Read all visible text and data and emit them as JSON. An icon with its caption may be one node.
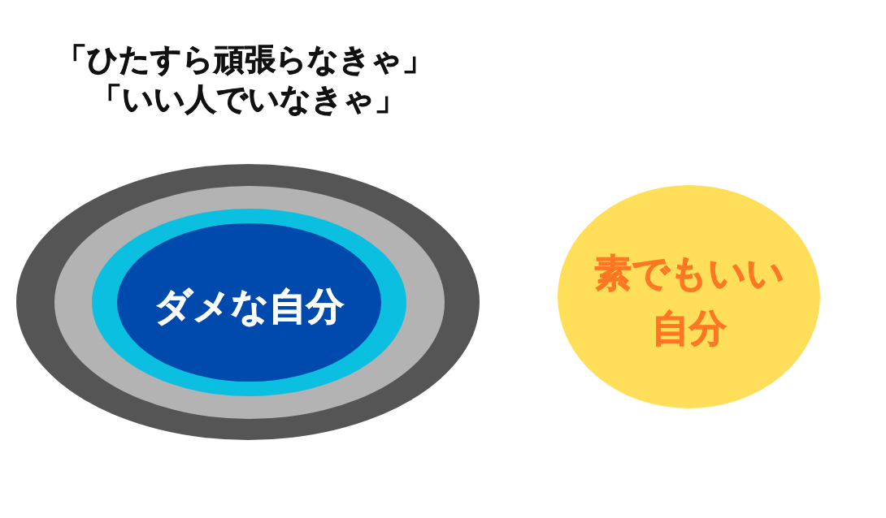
{
  "diagram": {
    "nodes": [
      {
        "text": [],
        "shape": "ellipse"
      },
      {
        "text": [],
        "shape": "ellipse",
        "in": 0
      },
      {
        "text": [],
        "shape": "ellipse",
        "in": 1
      },
      {
        "text": [
          "ダメな自分"
        ],
        "in": 2
      },
      {
        "text": [
          "素でもいい自分"
        ]
      }
    ],
    "labels": [
      "「ひたすら頑張らなきゃ」",
      "「いい人でいなきゃ」"
    ]
  }
}
